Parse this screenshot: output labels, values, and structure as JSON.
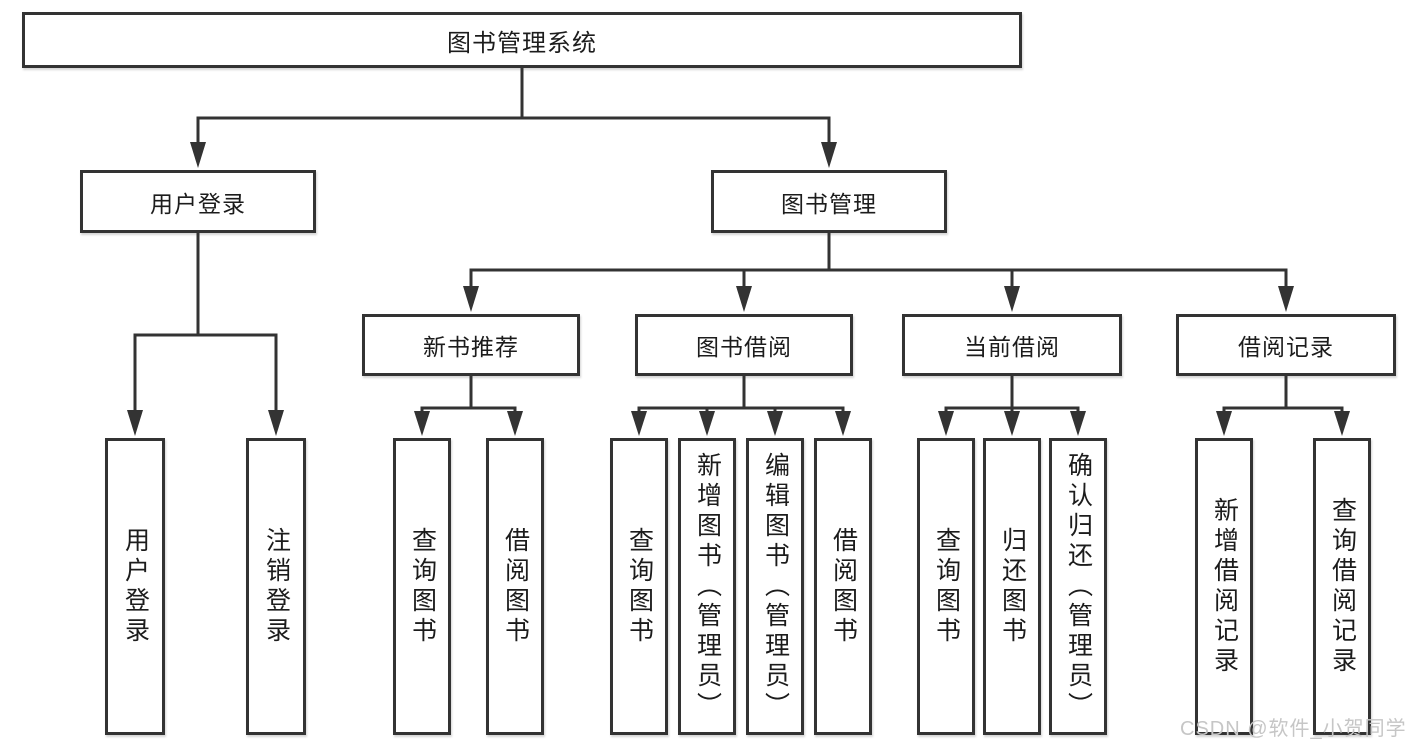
{
  "diagram": {
    "type": "tree",
    "title": "图书管理系统",
    "colors": {
      "line": "#333333",
      "box_border": "#333333",
      "box_fill": "#ffffff",
      "text": "#1c1c1c",
      "watermark": "#c6c6c6"
    },
    "hierarchy": {
      "label": "图书管理系统",
      "children": [
        {
          "label": "用户登录",
          "children": [
            {
              "label": "用户登录"
            },
            {
              "label": "注销登录"
            }
          ]
        },
        {
          "label": "图书管理",
          "children": [
            {
              "label": "新书推荐",
              "children": [
                {
                  "label": "查询图书"
                },
                {
                  "label": "借阅图书"
                }
              ]
            },
            {
              "label": "图书借阅",
              "children": [
                {
                  "label": "查询图书"
                },
                {
                  "label": "新增图书（管理员）"
                },
                {
                  "label": "编辑图书（管理员）"
                },
                {
                  "label": "借阅图书"
                }
              ]
            },
            {
              "label": "当前借阅",
              "children": [
                {
                  "label": "查询图书"
                },
                {
                  "label": "归还图书"
                },
                {
                  "label": "确认归还（管理员）"
                }
              ]
            },
            {
              "label": "借阅记录",
              "children": [
                {
                  "label": "新增借阅记录"
                },
                {
                  "label": "查询借阅记录"
                }
              ]
            }
          ]
        }
      ]
    }
  },
  "nodes": {
    "root": {
      "label": "图书管理系统"
    },
    "user_login": {
      "label": "用户登录"
    },
    "book_management": {
      "label": "图书管理"
    },
    "new_book_recommend": {
      "label": "新书推荐"
    },
    "book_borrow": {
      "label": "图书借阅"
    },
    "current_borrow": {
      "label": "当前借阅"
    },
    "borrow_record": {
      "label": "借阅记录"
    },
    "ul_user_login": {
      "label": "用户登录"
    },
    "ul_logout": {
      "label": "注销登录"
    },
    "nb_query_book": {
      "label": "查询图书"
    },
    "nb_borrow_book": {
      "label": "借阅图书"
    },
    "bb_query_book": {
      "label": "查询图书"
    },
    "bb_add_book_admin": {
      "label": "新增图书（管理员）"
    },
    "bb_edit_book_admin": {
      "label": "编辑图书（管理员）"
    },
    "bb_borrow_book": {
      "label": "借阅图书"
    },
    "cb_query_book": {
      "label": "查询图书"
    },
    "cb_return_book": {
      "label": "归还图书"
    },
    "cb_confirm_return_admin": {
      "label": "确认归还（管理员）"
    },
    "br_add_record": {
      "label": "新增借阅记录"
    },
    "br_query_record": {
      "label": "查询借阅记录"
    }
  },
  "watermark": {
    "text": "CSDN @软件_小贺同学"
  }
}
